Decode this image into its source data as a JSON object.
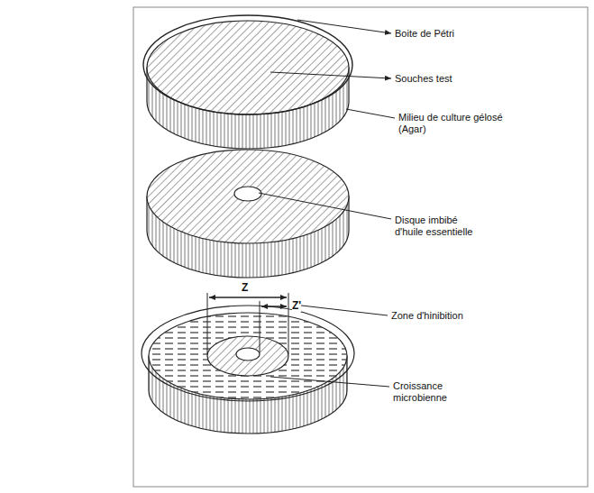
{
  "diagram": {
    "labels": [
      "Boite de Pétri",
      "Souches test",
      "Milieu de culture gélosé (Agar)",
      "Disque imbibé d'huile essentielle",
      "Z",
      "Z'",
      "Zone d'hinibition",
      "Croissance microbienne"
    ]
  }
}
